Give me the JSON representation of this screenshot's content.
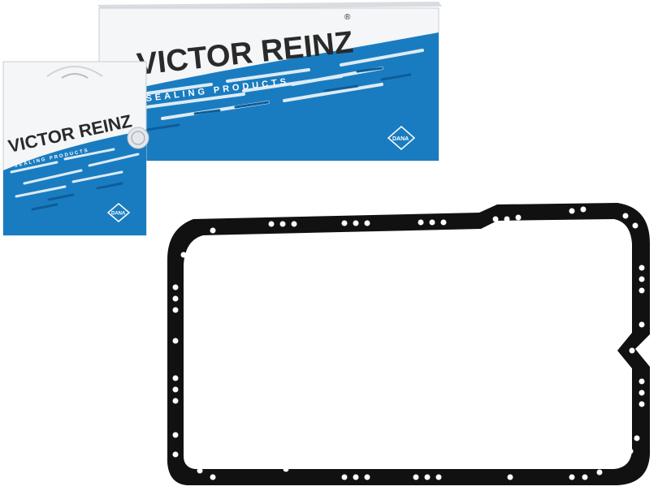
{
  "brand": {
    "name": "VICTOR REINZ",
    "registered": "®",
    "subtitle": "SEALING PRODUCTS",
    "partner_logo": "DANA"
  },
  "colors": {
    "box_blue": "#1a7cc0",
    "box_white": "#f4f6f8",
    "gasket": "#111111",
    "background": "#ffffff"
  }
}
